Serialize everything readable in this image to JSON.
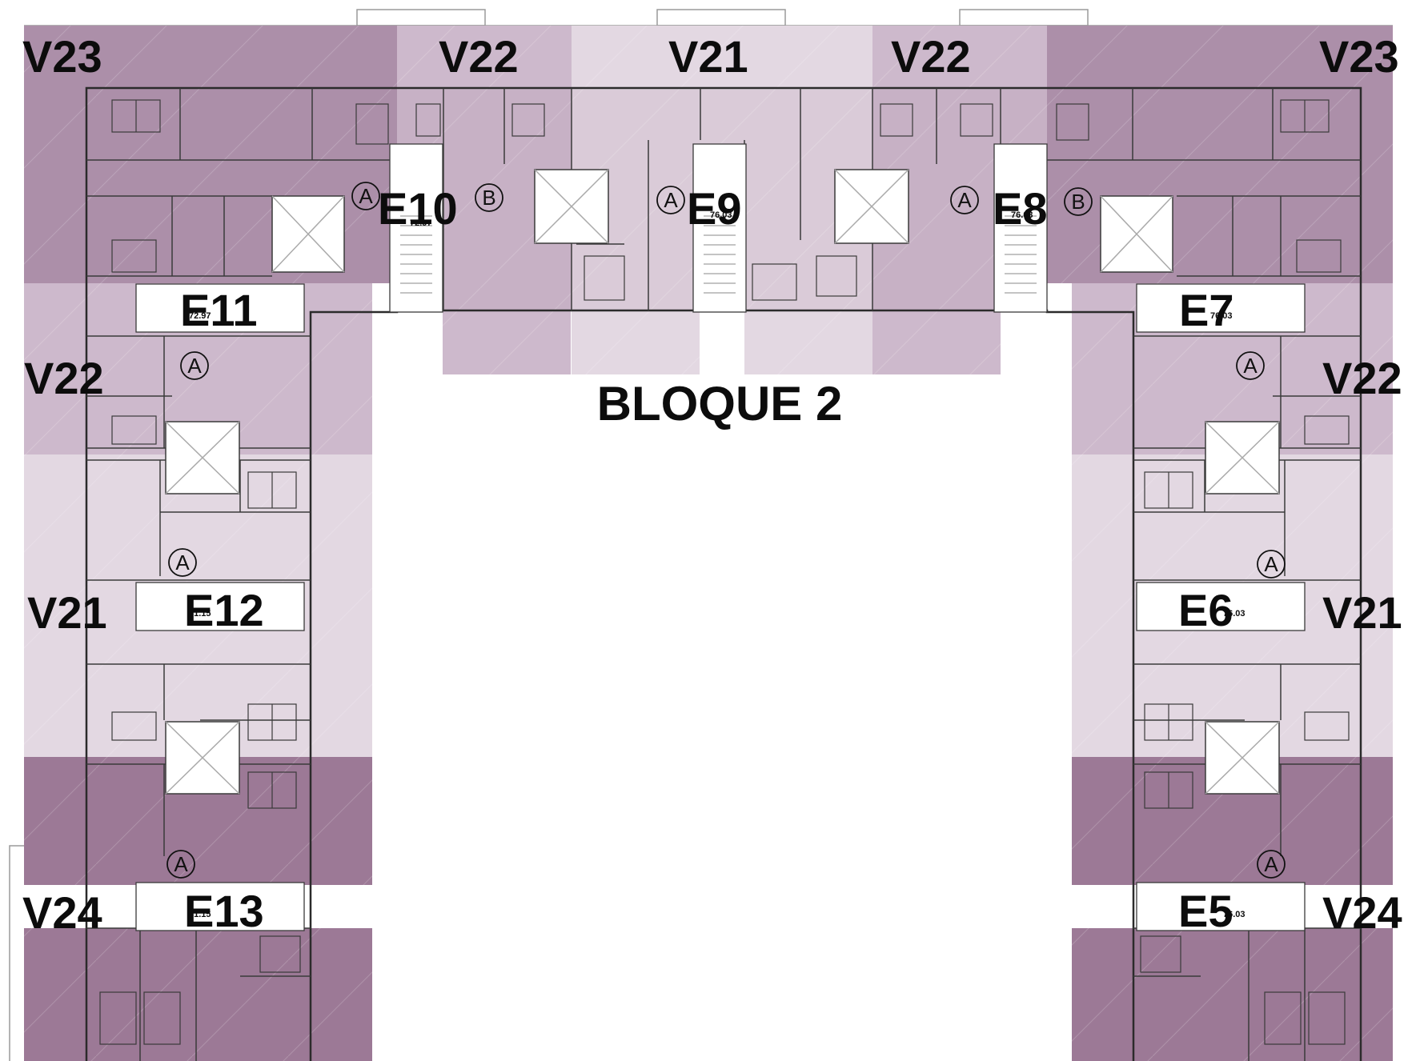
{
  "title": "BLOQUE 2",
  "colors": {
    "v21": "#e3d8e2",
    "v22": "#cdb9cc",
    "v23": "#ac8fa9",
    "v24": "#9c7996",
    "line": "#2b2b2b",
    "light_line": "#ffffff"
  },
  "unit_labels": [
    {
      "id": "v23-top-left",
      "text": "V23"
    },
    {
      "id": "v22-top-left",
      "text": "V22"
    },
    {
      "id": "v21-top",
      "text": "V21"
    },
    {
      "id": "v22-top-right",
      "text": "V22"
    },
    {
      "id": "v23-top-right",
      "text": "V23"
    },
    {
      "id": "v22-left",
      "text": "V22"
    },
    {
      "id": "v22-right",
      "text": "V22"
    },
    {
      "id": "v21-left",
      "text": "V21"
    },
    {
      "id": "v21-right",
      "text": "V21"
    },
    {
      "id": "v24-left",
      "text": "V24"
    },
    {
      "id": "v24-right",
      "text": "V24"
    }
  ],
  "stair_labels": [
    {
      "id": "E5",
      "text": "E5",
      "level": "76.03"
    },
    {
      "id": "E6",
      "text": "E6",
      "level": "76.03"
    },
    {
      "id": "E7",
      "text": "E7",
      "level": "76.03"
    },
    {
      "id": "E8",
      "text": "E8",
      "level": "76.03"
    },
    {
      "id": "E9",
      "text": "E9",
      "level": "76.03"
    },
    {
      "id": "E10",
      "text": "E10",
      "level": "72.97"
    },
    {
      "id": "E11",
      "text": "E11",
      "level": "72.97"
    },
    {
      "id": "E12",
      "text": "E12",
      "level": "71.15"
    },
    {
      "id": "E13",
      "text": "E13",
      "level": "71.15"
    }
  ],
  "dwelling_types": {
    "a": "A",
    "b": "B"
  }
}
